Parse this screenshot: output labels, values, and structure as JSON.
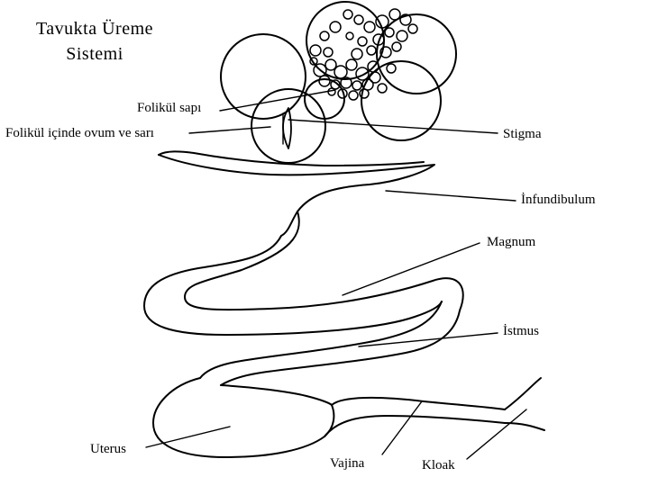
{
  "title": {
    "line1": "Tavukta Üreme",
    "line2": "Sistemi"
  },
  "labels": {
    "follicle_stalk": "Folikül sapı",
    "ovum_in_follicle": "Folikül içinde ovum ve sarı",
    "stigma": "Stigma",
    "infundibulum": "İnfundibulum",
    "magnum": "Magnum",
    "isthmus": "İstmus",
    "uterus": "Uterus",
    "vagina": "Vajina",
    "cloaca": "Kloak"
  },
  "colors": {
    "ink": "#000000",
    "paper": "#ffffff"
  }
}
